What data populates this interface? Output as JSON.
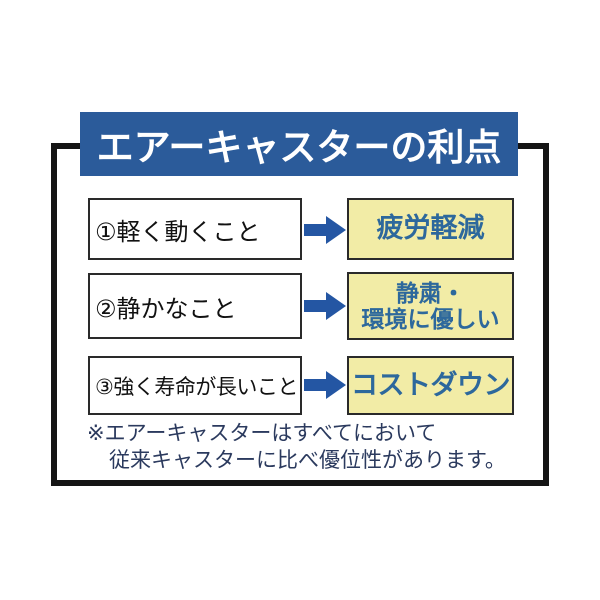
{
  "title": "エアーキャスターの利点",
  "rows": [
    {
      "label": "①軽く動くこと",
      "result_lines": [
        "疲労軽減"
      ]
    },
    {
      "label": "②静かなこと",
      "result_lines": [
        "静粛・",
        "環境に優しい"
      ]
    },
    {
      "label": "③強く寿命が長いこと",
      "result_lines": [
        "コストダウン"
      ]
    }
  ],
  "note_lines": [
    "※エアーキャスターはすべてにおいて",
    "従来キャスターに比べ優位性があります。"
  ],
  "colors": {
    "title_bg": "#2b5b9a",
    "arrow": "#2456a3",
    "result_bg": "#f2eca6",
    "result_text": "#2d689c",
    "note_text": "#2b3a5e"
  }
}
